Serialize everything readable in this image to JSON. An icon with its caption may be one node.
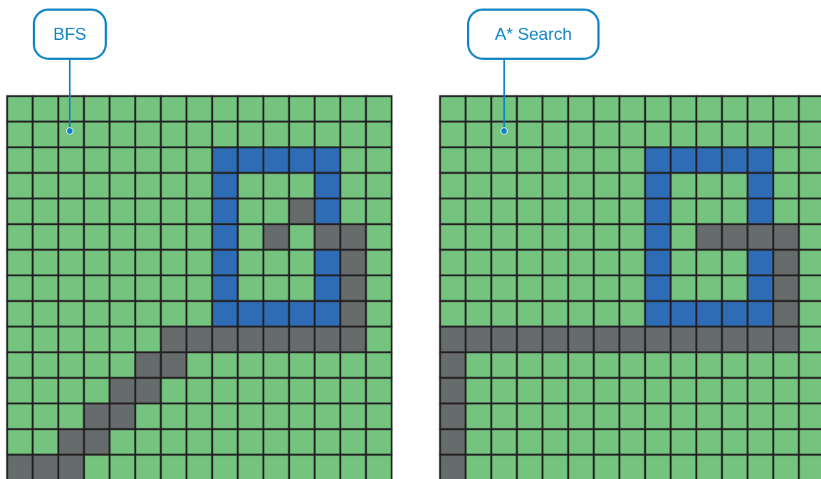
{
  "diagram": {
    "nodes": [
      {
        "text": [
          "BFS"
        ]
      },
      {
        "text": [],
        "shape": "grid"
      },
      {
        "text": [
          "A* Search"
        ]
      },
      {
        "text": [],
        "shape": "grid"
      }
    ],
    "edges": [
      {
        "from": 0,
        "to": 1,
        "arrow": "other"
      },
      {
        "from": 2,
        "to": 3,
        "arrow": "other"
      }
    ]
  }
}
